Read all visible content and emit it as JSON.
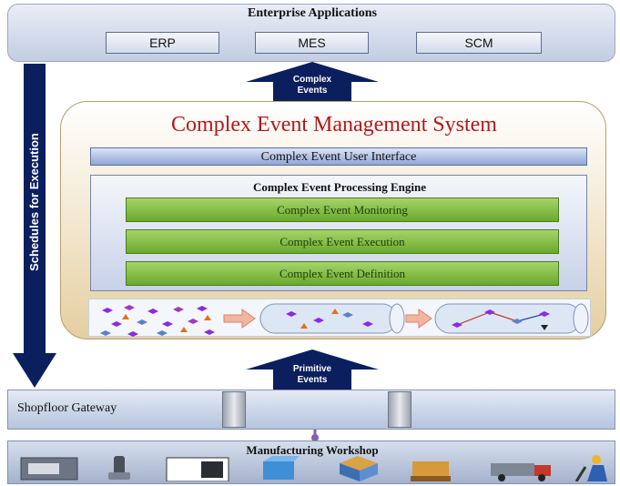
{
  "enterprise": {
    "title": "Enterprise Applications",
    "apps": [
      "ERP",
      "MES",
      "SCM"
    ]
  },
  "arrows": {
    "complex_events": [
      "Complex",
      "Events"
    ],
    "primitive_events": [
      "Primitive",
      "Events"
    ],
    "schedules": "Schedules for Execution"
  },
  "cems": {
    "title": "Complex Event Management System",
    "ui_label": "Complex Event User Interface",
    "engine": {
      "title": "Complex Event Processing Engine",
      "layers": [
        "Complex Event Monitoring",
        "Complex Event Execution",
        "Complex  Event Definition"
      ]
    }
  },
  "shopfloor": {
    "label": "Shopfloor Gateway"
  },
  "workshop": {
    "title": "Manufacturing Workshop",
    "devices": [
      "card-reader",
      "scanner",
      "tablet",
      "container",
      "box",
      "pallet",
      "truck",
      "worker"
    ]
  },
  "colors": {
    "title_red": "#b3181c",
    "arrow_navy": "#0b1f5e",
    "green_layer": "#7cb342",
    "panel_blue": "#c3cde3",
    "cems_tan": "#e5cfa0"
  }
}
